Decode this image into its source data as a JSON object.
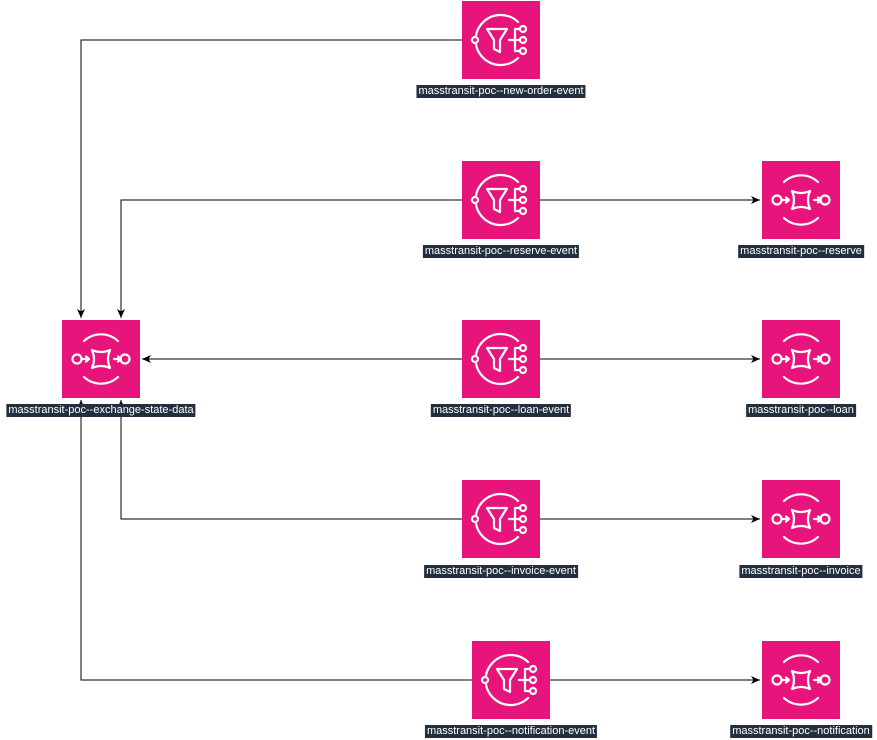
{
  "colors": {
    "icon_bg": "#e7157b",
    "icon_stroke": "#ffffff",
    "label_bg": "#232f3e",
    "label_text": "#ffffff",
    "edge": "#000000"
  },
  "nodes": {
    "new_order_topic": {
      "label": "masstransit-poc--new-order-event",
      "kind": "sns-topic",
      "icon": "sns-topic-icon"
    },
    "reserve_topic": {
      "label": "masstransit-poc--reserve-event",
      "kind": "sns-topic",
      "icon": "sns-topic-icon"
    },
    "loan_topic": {
      "label": "masstransit-poc--loan-event",
      "kind": "sns-topic",
      "icon": "sns-topic-icon"
    },
    "invoice_topic": {
      "label": "masstransit-poc--invoice-event",
      "kind": "sns-topic",
      "icon": "sns-topic-icon"
    },
    "notification_topic": {
      "label": "masstransit-poc--notification-event",
      "kind": "sns-topic",
      "icon": "sns-topic-icon"
    },
    "exchange_state_queue": {
      "label": "masstransit-poc--exchange-state-data",
      "kind": "sqs-queue",
      "icon": "sqs-queue-icon"
    },
    "reserve_queue": {
      "label": "masstransit-poc--reserve",
      "kind": "sqs-queue",
      "icon": "sqs-queue-icon"
    },
    "loan_queue": {
      "label": "masstransit-poc--loan",
      "kind": "sqs-queue",
      "icon": "sqs-queue-icon"
    },
    "invoice_queue": {
      "label": "masstransit-poc--invoice",
      "kind": "sqs-queue",
      "icon": "sqs-queue-icon"
    },
    "notification_queue": {
      "label": "masstransit-poc--notification",
      "kind": "sqs-queue",
      "icon": "sqs-queue-icon"
    }
  },
  "edges": [
    {
      "from": "new_order_topic",
      "to": "exchange_state_queue"
    },
    {
      "from": "reserve_topic",
      "to": "exchange_state_queue"
    },
    {
      "from": "reserve_topic",
      "to": "reserve_queue"
    },
    {
      "from": "loan_topic",
      "to": "exchange_state_queue"
    },
    {
      "from": "loan_topic",
      "to": "loan_queue"
    },
    {
      "from": "invoice_topic",
      "to": "exchange_state_queue"
    },
    {
      "from": "invoice_topic",
      "to": "invoice_queue"
    },
    {
      "from": "notification_topic",
      "to": "exchange_state_queue"
    },
    {
      "from": "notification_topic",
      "to": "notification_queue"
    }
  ]
}
